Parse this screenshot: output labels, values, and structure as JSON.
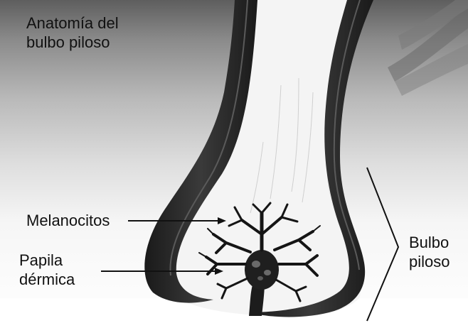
{
  "diagram": {
    "title": [
      "Anatomía del",
      "bulbo piloso"
    ],
    "labels": {
      "melanocitos": "Melanocitos",
      "papila": [
        "Papila",
        "dérmica"
      ],
      "bulbo": [
        "Bulbo",
        "piloso"
      ]
    }
  }
}
